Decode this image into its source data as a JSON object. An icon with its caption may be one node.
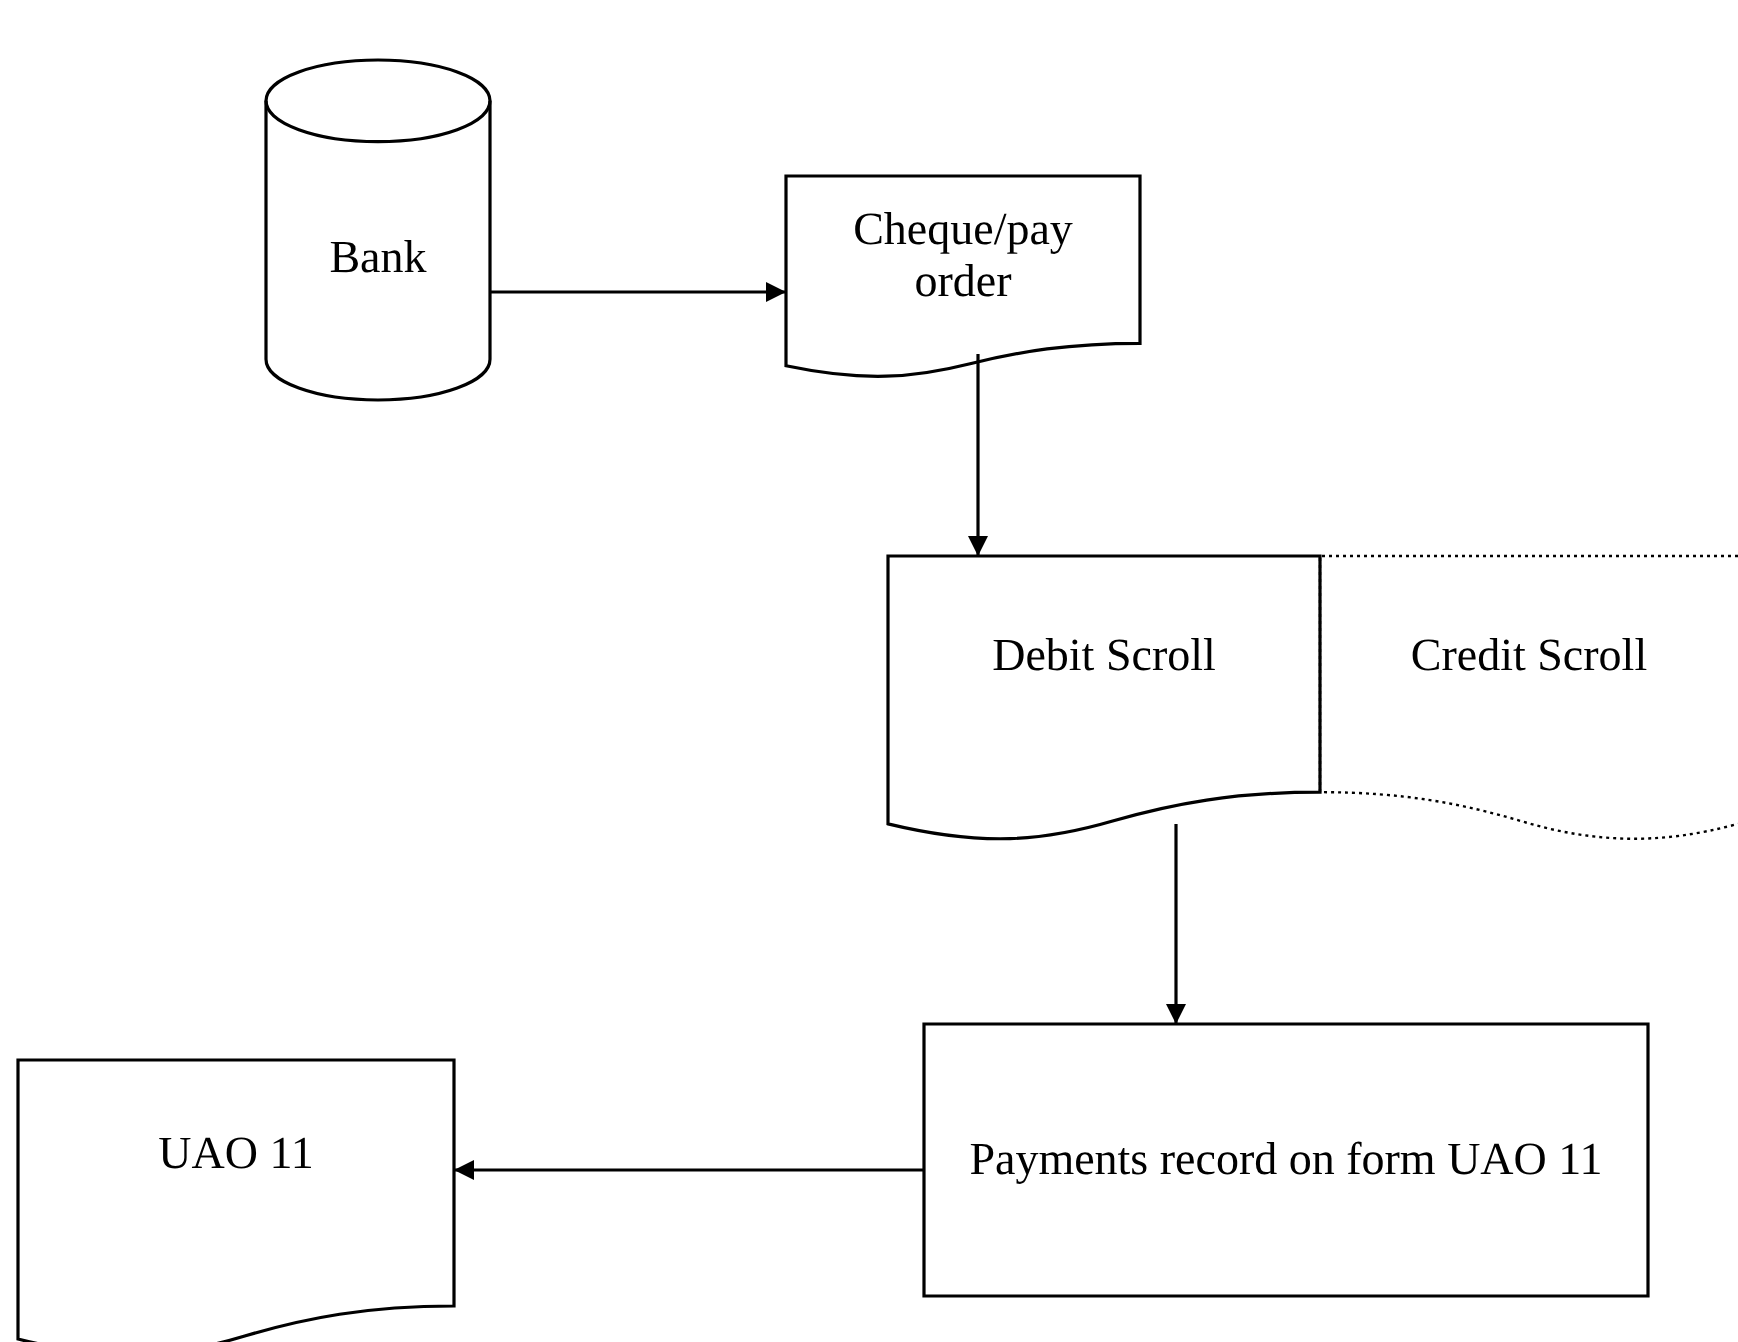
{
  "diagram": {
    "nodes": [
      {
        "text": [
          "Bank"
        ]
      },
      {
        "text": [
          "Cheque/pay order"
        ]
      },
      {
        "text": [
          "Debit Scroll"
        ]
      },
      {
        "text": [
          "Credit Scroll"
        ]
      },
      {
        "text": [
          "Payments record on form UAO 11"
        ]
      },
      {
        "text": [
          "UAO 11"
        ]
      }
    ],
    "edges": [
      {
        "from": 0,
        "to": 1,
        "arrow": "to"
      },
      {
        "from": 1,
        "to": 2,
        "arrow": "to"
      },
      {
        "from": 2,
        "to": 4,
        "arrow": "to"
      },
      {
        "from": 4,
        "to": 5,
        "arrow": "to"
      }
    ]
  }
}
